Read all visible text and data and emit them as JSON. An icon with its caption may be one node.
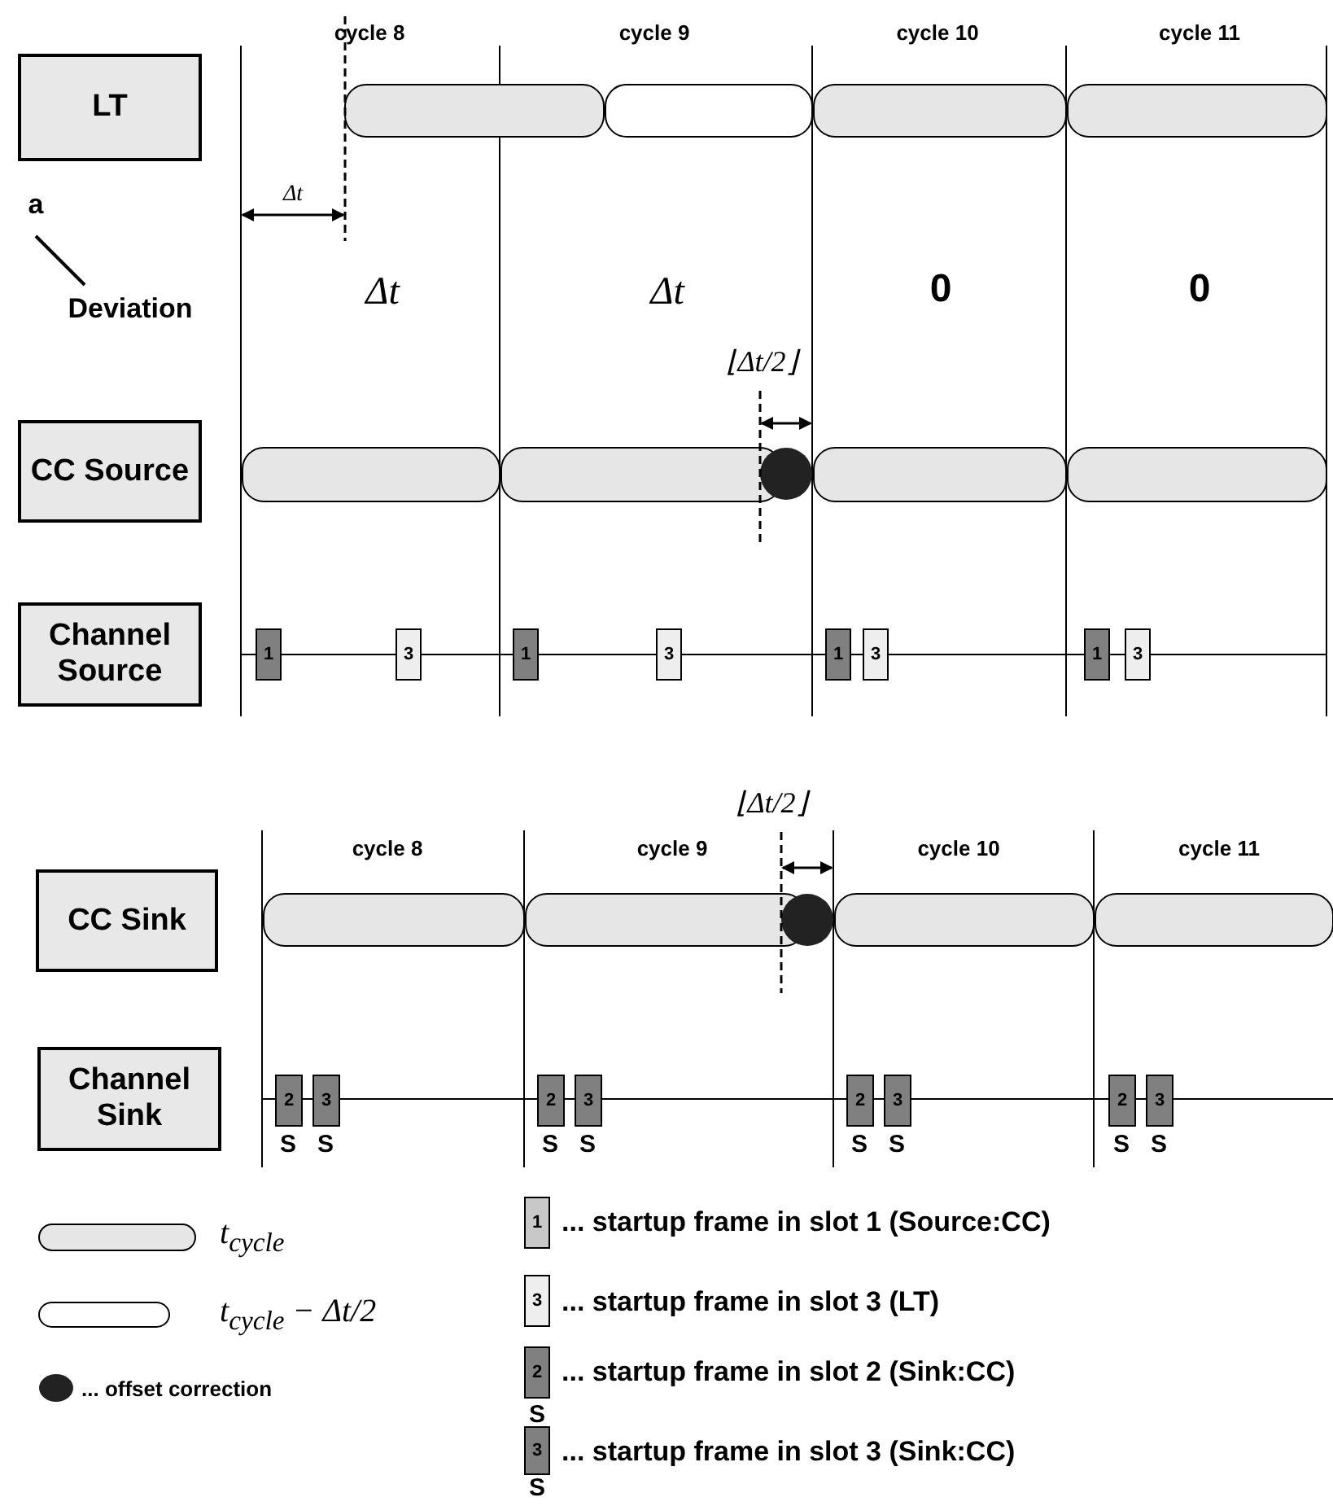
{
  "diagram": {
    "nodes": [
      {
        "text": [
          "LT"
        ]
      },
      {
        "text": [
          "CC Source"
        ]
      },
      {
        "text": [
          "Channel Source"
        ]
      },
      {
        "text": [
          "1"
        ]
      },
      {
        "text": [
          "3"
        ]
      },
      {
        "text": [
          "1"
        ]
      },
      {
        "text": [
          "3"
        ]
      },
      {
        "text": [
          "1"
        ]
      },
      {
        "text": [
          "3"
        ]
      },
      {
        "text": [
          "1"
        ]
      },
      {
        "text": [
          "3"
        ]
      },
      {
        "text": [
          "CC Sink"
        ]
      },
      {
        "text": [
          "Channel Sink"
        ]
      },
      {
        "text": [
          "2"
        ],
        "beside": [
          "S"
        ]
      },
      {
        "text": [
          "3"
        ],
        "beside": [
          "S"
        ]
      },
      {
        "text": [
          "2"
        ],
        "beside": [
          "S"
        ]
      },
      {
        "text": [
          "3"
        ],
        "beside": [
          "S"
        ]
      },
      {
        "text": [
          "2"
        ],
        "beside": [
          "S"
        ]
      },
      {
        "text": [
          "3"
        ],
        "beside": [
          "S"
        ]
      },
      {
        "text": [
          "2"
        ],
        "beside": [
          "S"
        ]
      },
      {
        "text": [
          "3"
        ],
        "beside": [
          "S"
        ]
      },
      {
        "text": [
          "1"
        ],
        "beside": [
          "... startup frame in slot 1 (Source:CC)"
        ]
      },
      {
        "text": [
          "3"
        ],
        "beside": [
          "... startup frame in slot 3 (LT)"
        ]
      },
      {
        "text": [
          "2"
        ],
        "beside": [
          "S",
          "... startup frame in slot 2 (Sink:CC)"
        ]
      },
      {
        "text": [
          "3"
        ],
        "beside": [
          "S",
          "... startup frame in slot 3 (Sink:CC)"
        ]
      }
    ],
    "labels": [
      "cycle 8",
      "cycle 9",
      "cycle 10",
      "cycle 11",
      "Δt",
      "a",
      "Deviation",
      "Δt",
      "Δt",
      "0",
      "0",
      "⌊Δt/2⌋",
      "⌊Δt/2⌋",
      "cycle 8",
      "cycle 9",
      "cycle 10",
      "cycle 11"
    ],
    "legend": [
      {
        "text": "t$_{cycle}$",
        "color": "#e6e6e6"
      },
      {
        "text": "t$_{cycle}$ − Δt/2",
        "color": "#ffffff"
      },
      {
        "text": "... offset correction",
        "color": "#222222"
      }
    ]
  }
}
